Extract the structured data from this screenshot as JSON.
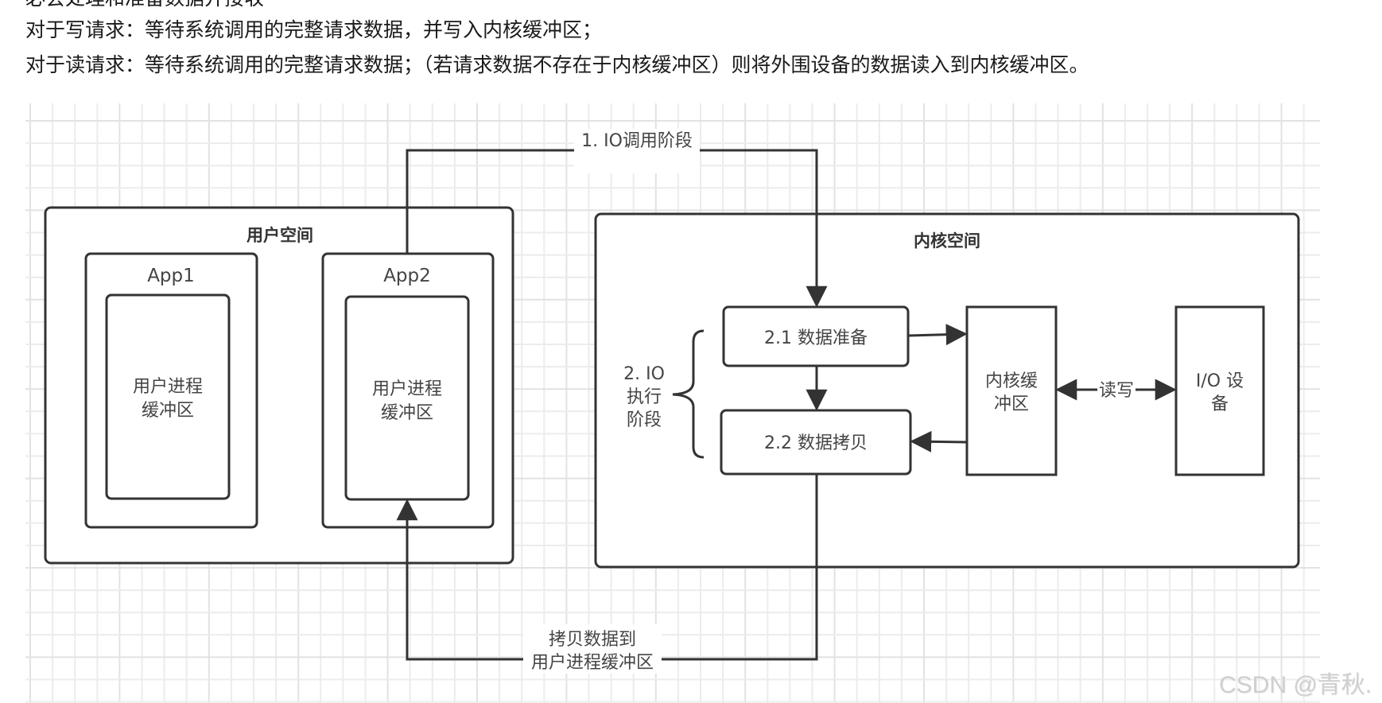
{
  "document": {
    "clipped_top_line": "必会处理和准备数据并接收",
    "paragraphs": [
      "对于写请求：等待系统调用的完整请求数据，并写入内核缓冲区；",
      "对于读请求：等待系统调用的完整请求数据；（若请求数据不存在于内核缓冲区）则将外围设备的数据读入到内核缓冲区。"
    ]
  },
  "diagram": {
    "user_space": {
      "title": "用户空间",
      "apps": [
        {
          "name": "App1",
          "buffer_line1": "用户进程",
          "buffer_line2": "缓冲区"
        },
        {
          "name": "App2",
          "buffer_line1": "用户进程",
          "buffer_line2": "缓冲区"
        }
      ]
    },
    "kernel_space": {
      "title": "内核空间",
      "stage2_label_line1": "2. IO",
      "stage2_label_line2": "执行",
      "stage2_label_line3": "阶段",
      "step_prepare": "2.1 数据准备",
      "step_copy": "2.2 数据拷贝",
      "kernel_buffer_line1": "内核缓",
      "kernel_buffer_line2": "冲区",
      "io_device_line1": "I/O 设",
      "io_device_line2": "备",
      "read_write_label": "读写"
    },
    "edges": {
      "io_call_label": "1. IO调用阶段",
      "copy_back_line1": "拷贝数据到",
      "copy_back_line2": "用户进程缓冲区"
    },
    "colors": {
      "stroke": "#333333",
      "grid": "#ececec",
      "grid_major": "#e2e2e2",
      "text": "#444444"
    }
  },
  "watermark": "CSDN @青秋."
}
